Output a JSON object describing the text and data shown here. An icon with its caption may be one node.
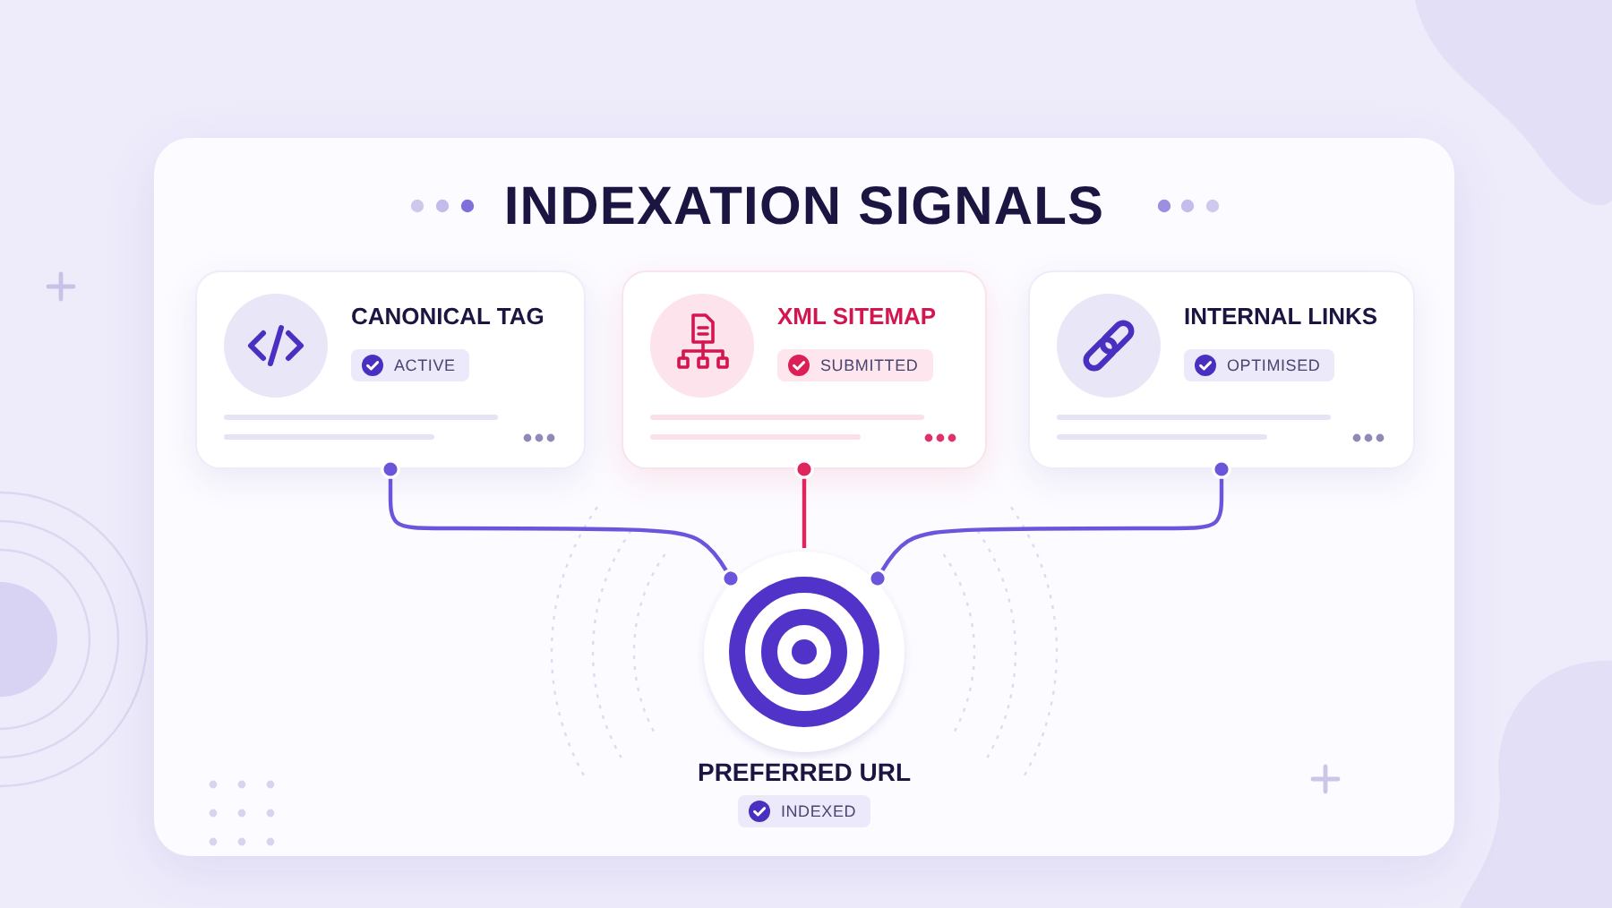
{
  "diagram": {
    "nodes": [
      {
        "text": [
          "INDEXATION SIGNALS"
        ]
      },
      {
        "text": [
          "CANONICAL TAG",
          "ACTIVE"
        ],
        "in": 0
      },
      {
        "text": [
          "XML SITEMAP",
          "SUBMITTED"
        ],
        "in": 0
      },
      {
        "text": [
          "INTERNAL LINKS",
          "OPTIMISED"
        ],
        "in": 0
      },
      {
        "text": [
          "PREFERRED URL",
          "INDEXED"
        ],
        "in": 0
      }
    ],
    "edges": [
      {
        "from": 1,
        "to": 4,
        "arrow": "other"
      },
      {
        "from": 2,
        "to": 4,
        "arrow": "other",
        "color": "#e0245e"
      },
      {
        "from": 3,
        "to": 4,
        "arrow": "other"
      }
    ]
  }
}
